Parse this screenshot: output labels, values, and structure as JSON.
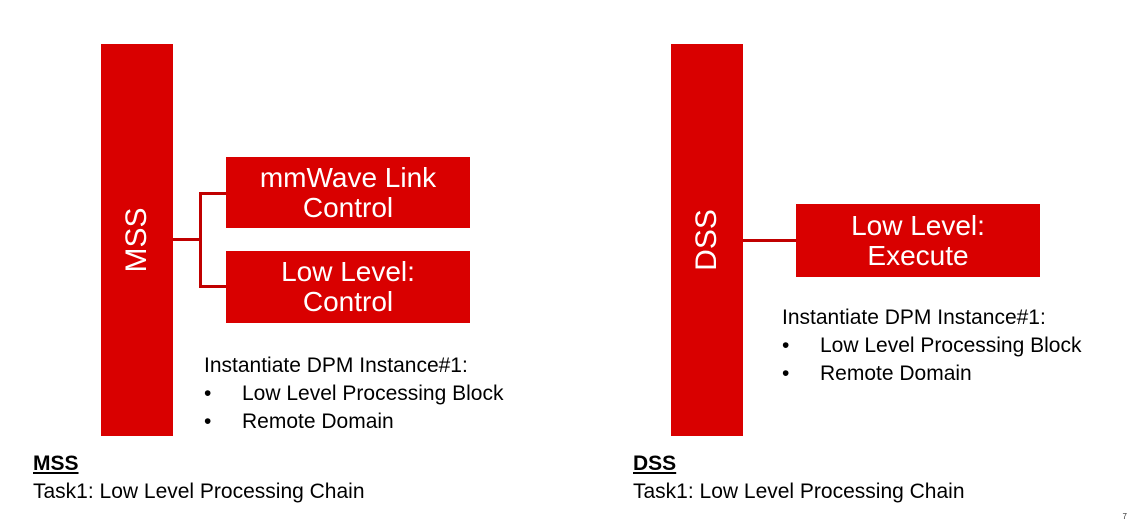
{
  "mss": {
    "bar_label": "MSS",
    "box1": {
      "line1": "mmWave Link",
      "line2": "Control"
    },
    "box2": {
      "line1": "Low Level:",
      "line2": "Control"
    },
    "note": {
      "heading": "Instantiate DPM Instance#1:",
      "bullets": [
        "Low Level Processing Block",
        "Remote Domain"
      ]
    },
    "caption": {
      "heading": "MSS",
      "text": "Task1: Low Level Processing Chain"
    }
  },
  "dss": {
    "bar_label": "DSS",
    "box1": {
      "line1": "Low Level:",
      "line2": "Execute"
    },
    "note": {
      "heading": "Instantiate DPM Instance#1:",
      "bullets": [
        "Low Level Processing Block",
        "Remote Domain"
      ]
    },
    "caption": {
      "heading": "DSS",
      "text": "Task1: Low Level Processing Chain"
    }
  },
  "bullet_glyph": "•",
  "page_number": "7",
  "colors": {
    "accent": "#d90000",
    "connector": "#c00000"
  }
}
